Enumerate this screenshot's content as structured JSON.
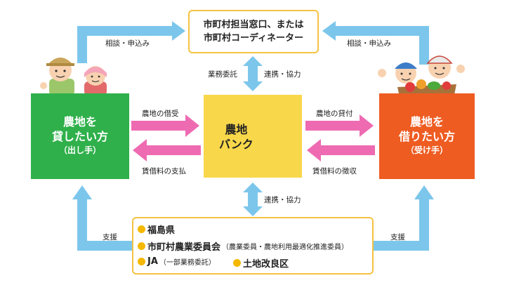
{
  "top_box": {
    "line1": "市町村担当窓口、または",
    "line2": "市町村コーディネーター"
  },
  "left_box": {
    "line1": "農地を",
    "line2": "貸したい方",
    "line3": "（出し手）"
  },
  "right_box": {
    "line1": "農地を",
    "line2": "借りたい方",
    "line3": "（受け手）"
  },
  "center_box": {
    "line1": "農地",
    "line2": "バンク"
  },
  "labels": {
    "consult_left": "相談・申込み",
    "consult_right": "相談・申込み",
    "outsource": "業務委託",
    "coop_top": "連携・協力",
    "coop_bottom": "連携・協力",
    "lease_in": "農地の借受",
    "rent_pay": "賃借料の支払",
    "lease_out": "農地の貸付",
    "rent_collect": "賃借料の徴収",
    "support_left": "支援",
    "support_right": "支援"
  },
  "bottom_box": {
    "item1": "福島県",
    "item2": "市町村農業委員会",
    "item2_note": "（農業委員・農地利用最適化推進委員）",
    "item3": "JA",
    "item3_note": "（一部業務委託）",
    "item4": "土地改良区"
  },
  "colors": {
    "left_box": "#2fb04b",
    "right_box": "#ee5c22",
    "center_box": "#f8d74a",
    "frame": "#f5c242",
    "blue_arrow": "#7cc6ec",
    "pink_arrow": "#ee6bb2",
    "bullet": "#f5b800"
  }
}
